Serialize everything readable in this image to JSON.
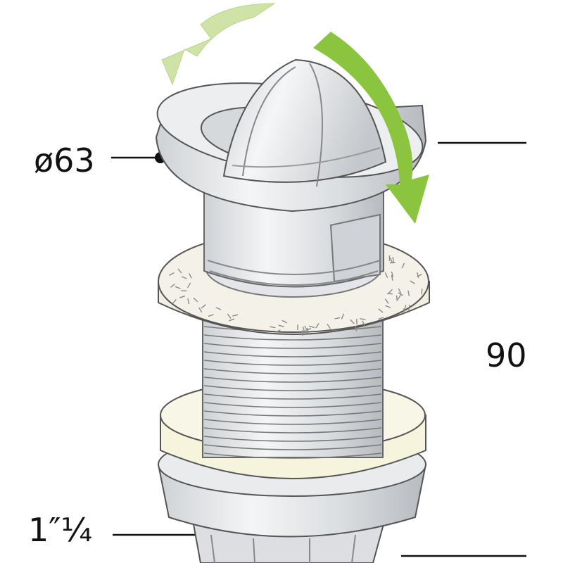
{
  "labels": {
    "diameter": "ø63",
    "height": "90",
    "thread": "1″¼"
  },
  "colors": {
    "arrow_dark": "#8bc53f",
    "arrow_light": "#cfe3a7",
    "metal": "#e6e8ea",
    "metal_shadow": "#b9bcc0",
    "outline": "#444444",
    "washer": "#f1efe4",
    "nut_cream": "#f6f4dd"
  },
  "icons": [
    "rotate-cw-arrow-icon",
    "rotate-ccw-arrow-icon"
  ]
}
